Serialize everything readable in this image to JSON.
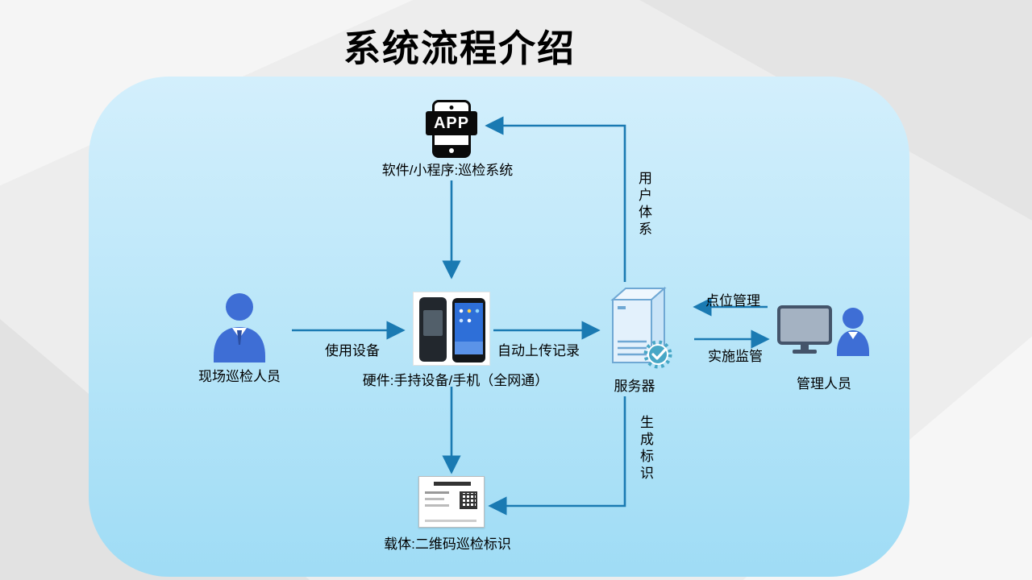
{
  "title": "系统流程介绍",
  "nodes": {
    "app": {
      "badge": "APP",
      "label": "软件/小程序:巡检系统"
    },
    "inspector": {
      "label": "现场巡检人员"
    },
    "device": {
      "label": "硬件:手持设备/手机（全网通）"
    },
    "server": {
      "label": "服务器"
    },
    "manager": {
      "label": "管理人员"
    },
    "qrcode": {
      "label": "载体:二维码巡检标识"
    }
  },
  "edges": {
    "use_device": {
      "label": "使用设备"
    },
    "auto_upload": {
      "label": "自动上传记录"
    },
    "user_system": {
      "label": "用户体系"
    },
    "point_management": {
      "label": "点位管理"
    },
    "supervision": {
      "label": "实施监管"
    },
    "generate_id": {
      "label": "生成标识"
    }
  },
  "colors": {
    "arrow": "#1a7ab2",
    "panel_top": "#d3effc",
    "panel_bottom": "#9fdcf5",
    "person_blue": "#3e6ed5",
    "title_black": "#000000"
  }
}
